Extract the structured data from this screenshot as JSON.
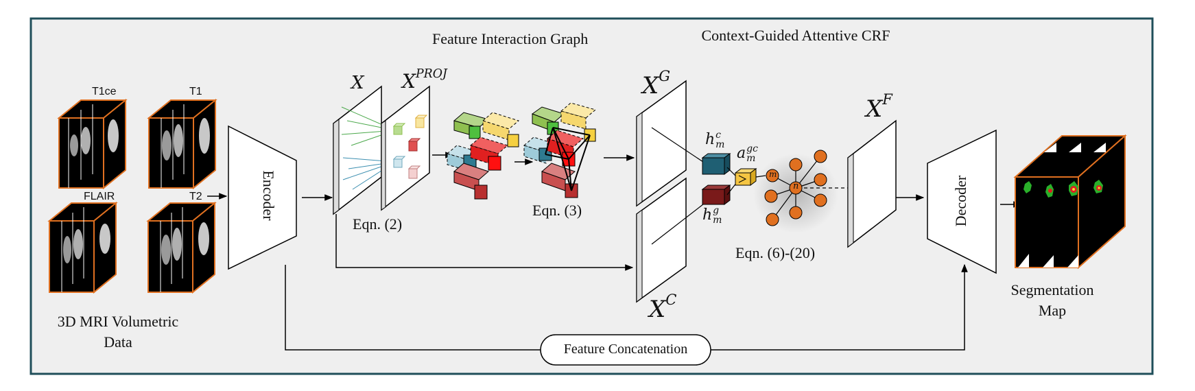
{
  "title_graph": "Feature Interaction Graph",
  "title_crf": "Context-Guided Attentive CRF",
  "modalities": {
    "t1ce": "T1ce",
    "t1": "T1",
    "flair": "FLAIR",
    "t2": "T2"
  },
  "input_caption": "3D MRI Volumetric Data",
  "encoder_label": "Encoder",
  "decoder_label": "Decoder",
  "sym_x": "X",
  "sym_xproj_base": "X",
  "sym_xproj_sup": "PROJ",
  "sym_xg_base": "X",
  "sym_xg_sup": "G",
  "sym_xc_base": "X",
  "sym_xc_sup": "C",
  "sym_xf_base": "X",
  "sym_xf_sup": "F",
  "hc_base": "h",
  "hc_sup": "c",
  "hc_sub": "m",
  "hg_base": "h",
  "hg_sup": "g",
  "hg_sub": "m",
  "a_base": "a",
  "a_sup": "gc",
  "a_sub": "m",
  "node_m": "m",
  "node_n": "n",
  "eqn2": "Eqn. (2)",
  "eqn3": "Eqn. (3)",
  "eqn6_20": "Eqn. (6)-(20)",
  "output_caption": "Segmentation Map",
  "concat_label": "Feature Concatenation",
  "colors": {
    "frame_border": "#1f4e5a",
    "panel_bg": "#efefef",
    "slice_border": "#e07020",
    "crf_node": "#e07020",
    "attn_box": "#f5c542",
    "hc_box": "#1f5f73",
    "hg_box": "#7a1a1a",
    "green": "#8fc050",
    "yellow": "#f5d76e",
    "light_blue": "#9ecbd9",
    "red": "#e02020",
    "dark_red": "#b84040",
    "pink": "#e8a0a0",
    "seg_green": "#2ab02a",
    "seg_red": "#e02020",
    "seg_yellow": "#f0e030"
  }
}
